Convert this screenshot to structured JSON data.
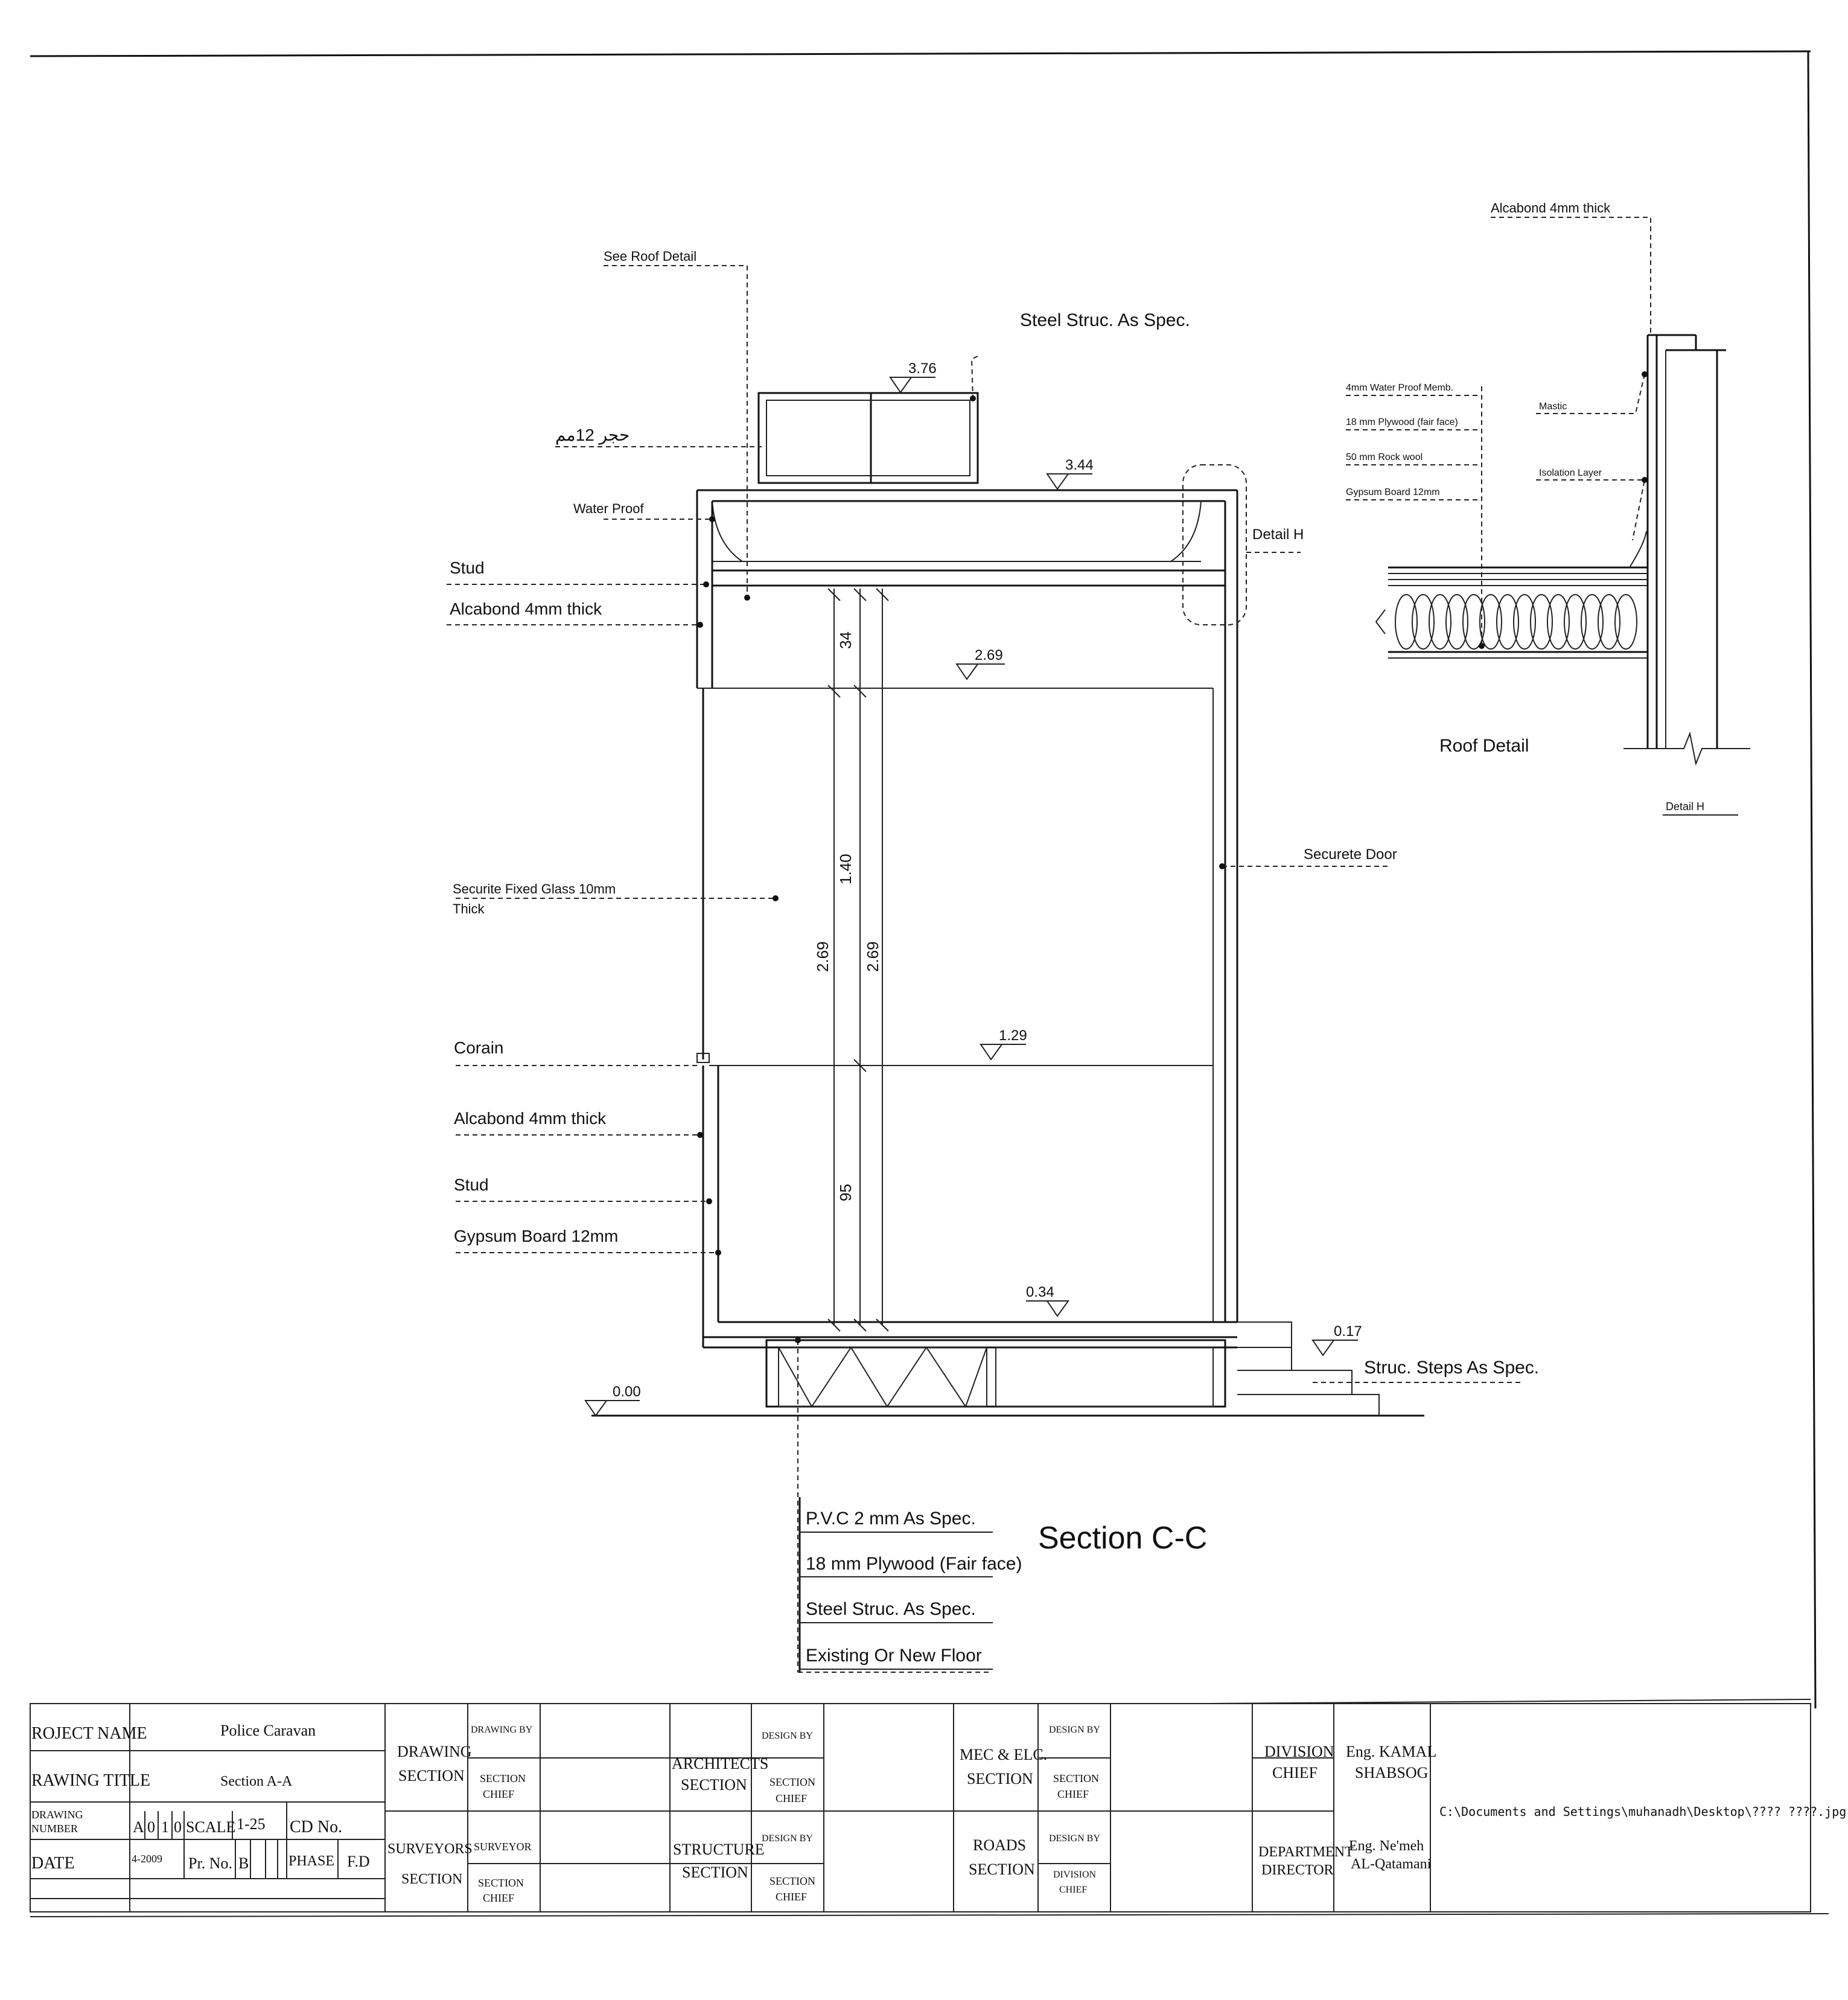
{
  "drawing": {
    "title": "Section C-C",
    "levels": {
      "l376": "3.76",
      "l344": "3.44",
      "l269": "2.69",
      "l129": "1.29",
      "l034": "0.34",
      "l017": "0.17",
      "l000": "0.00"
    },
    "dimensions": {
      "d34": "34",
      "d140": "1.40",
      "d269a": "2.69",
      "d269b": "2.69",
      "d95": "95"
    },
    "labels": {
      "see_roof_detail": "See Roof Detail",
      "steel_struc": "Steel Struc. As Spec.",
      "arabic_stone": "حجر 12مم",
      "water_proof": "Water Proof",
      "stud_top": "Stud",
      "alcabond_top": "Alcabond 4mm thick",
      "securite_glass_1": "Securite Fixed Glass 10mm",
      "securite_glass_2": "Thick",
      "corain": "Corain",
      "alcabond_bottom": "Alcabond 4mm thick",
      "stud_bottom": "Stud",
      "gypsum_board": "Gypsum Board 12mm",
      "detail_h": "Detail H",
      "securete_door": "Securete Door",
      "struc_steps": "Struc. Steps As Spec."
    },
    "floor_layers": [
      "P.V.C  2 mm As Spec.",
      "18 mm Plywood (Fair face)",
      "Steel Struc. As Spec.",
      "Existing Or New Floor"
    ]
  },
  "roof_detail": {
    "title": "Roof Detail",
    "caption": "Detail H",
    "alcabond": "Alcabond 4mm thick",
    "layers": [
      "4mm Water Proof Memb.",
      "18 mm Plywood (fair face)",
      "50 mm Rock wool",
      "Gypsum Board 12mm"
    ],
    "mastic": "Mastic",
    "isolation": "Isolation Layer"
  },
  "title_block": {
    "project_name_label": "ROJECT NAME",
    "project_name": "Police Caravan",
    "drawing_title_label": "RAWING TITLE",
    "drawing_title": "Section A-A",
    "drawing_number_label_1": "DRAWING",
    "drawing_number_label_2": "NUMBER",
    "drawing_number_parts": [
      "A",
      "0",
      "1",
      "0"
    ],
    "scale_label": "SCALE",
    "scale": "1-25",
    "cd_no_label": "CD No.",
    "date_label": "DATE",
    "date": "4-2009",
    "pr_no_label": "Pr. No.",
    "pr_no": "B",
    "phase_label": "PHASE",
    "phase": "F.D",
    "drawing_section_1": "DRAWING",
    "drawing_section_2": "SECTION",
    "drawing_by": "DRAWING BY",
    "section_chief_1": "SECTION",
    "section_chief_2": "CHIEF",
    "surveyors_section_1": "SURVEYORS",
    "surveyors_section_2": "SECTION",
    "surveyor": "SURVEYOR",
    "architects_section_1": "ARCHITECTS",
    "architects_section_2": "SECTION",
    "design_by": "DESIGN BY",
    "structure_section_1": "STRUCTURE",
    "structure_section_2": "SECTION",
    "mec_elc_1": "MEC & ELC.",
    "mec_elc_2": "SECTION",
    "roads_1": "ROADS",
    "roads_2": "SECTION",
    "division_chief_lbl": "DIVISION",
    "chief_lbl": "CHIEF",
    "division_chief_1": "DIVISION",
    "division_chief_2": "CHIEF",
    "eng_kamal_1": "Eng. KAMAL",
    "eng_kamal_2": "SHABSOG",
    "department_1": "DEPARTMENT",
    "department_2": "DIRECTOR",
    "eng_neimeh_1": "Eng. Ne'meh",
    "eng_neimeh_2": "AL-Qatamani",
    "file_path": "C:\\Documents and Settings\\muhanadh\\Desktop\\???? ????.jpg"
  }
}
